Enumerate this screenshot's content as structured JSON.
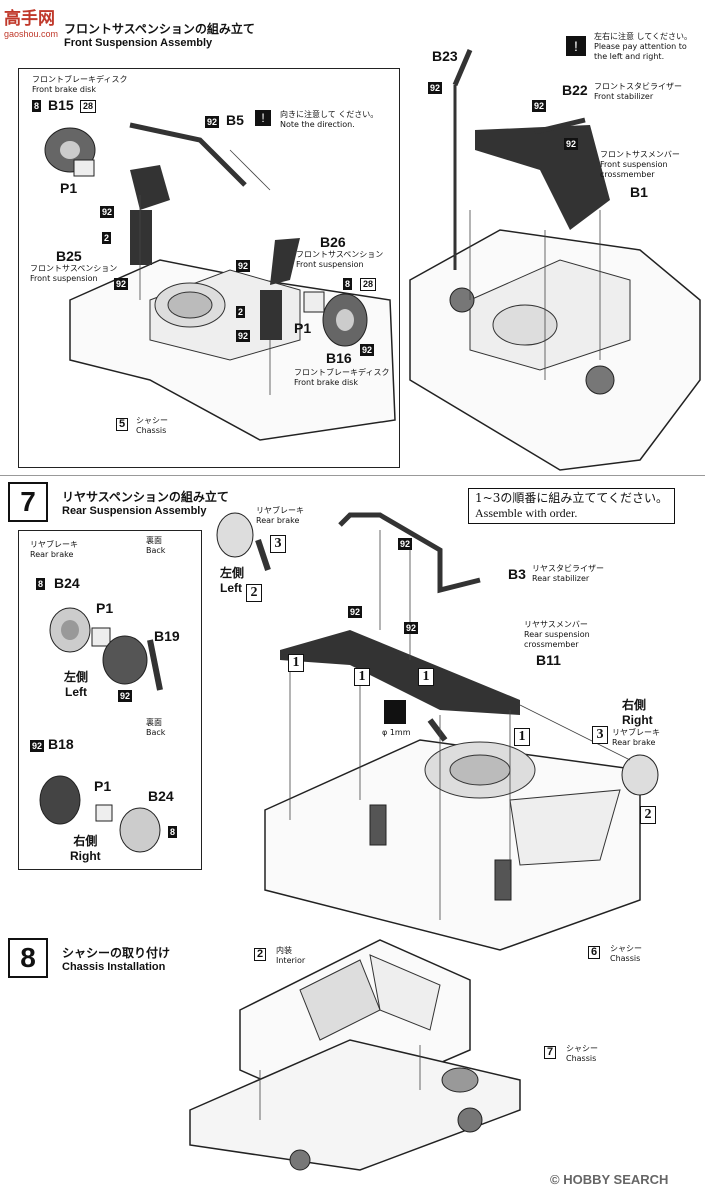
{
  "logo": {
    "top": "高手网",
    "bottom": "gaoshou.com"
  },
  "step6": {
    "title_jp": "フロントサスペンションの組み立て",
    "title_en": "Front Suspension Assembly",
    "direction_jp": "向きに注意して ください。",
    "direction_en": "Note the direction.",
    "attention_jp": "左右に注意 してください。",
    "attention_en": "Please pay attention to the left and right.",
    "brake_disk_jp": "フロントブレーキディスク",
    "brake_disk_en": "Front brake disk",
    "brake_disk2_jp": "フロントブレーキディスク",
    "brake_disk2_en": "Front brake disk",
    "susp_jp": "フロントサスペンション",
    "susp_en": "Front suspension",
    "susp2_jp": "フロントサスペンション",
    "susp2_en": "Front suspension",
    "stab_jp": "フロントスタビライザー",
    "stab_en": "Front stabilizer",
    "cross_jp": "フロントサスメンバー",
    "cross_en": "Front suspension crossmember",
    "chassis_jp": "シャシー",
    "chassis_en": "Chassis",
    "parts": {
      "b15": "B15",
      "p1": "P1",
      "b25": "B25",
      "b5": "B5",
      "b26": "B26",
      "p1b": "P1",
      "b16": "B16",
      "b23": "B23",
      "b22": "B22",
      "b1": "B1"
    },
    "tags": {
      "t8": "8",
      "t28": "28",
      "t92": "92",
      "t2": "2",
      "t5": "5"
    }
  },
  "step7": {
    "number": "7",
    "title_jp": "リヤサスペンションの組み立て",
    "title_en": "Rear Suspension Assembly",
    "order_jp": "1~3の順番に組み立ててください。",
    "order_en": "Assemble with order.",
    "rear_brake_jp": "リヤブレーキ",
    "rear_brake_en": "Rear brake",
    "rear_brake_top_jp": "リヤブレーキ",
    "rear_brake_top_en": "Rear brake",
    "rear_brake_right_jp": "リヤブレーキ",
    "rear_brake_right_en": "Rear brake",
    "back_jp": "裏面",
    "back_en": "Back",
    "back2_jp": "裏面",
    "back2_en": "Back",
    "left_jp": "左側",
    "left_en": "Left",
    "left_top_jp": "左側",
    "left_top_en": "Left",
    "right_jp": "右側",
    "right_en": "Right",
    "right_top_jp": "右側",
    "right_top_en": "Right",
    "stab_jp": "リヤスタビライザー",
    "stab_en": "Rear stabilizer",
    "cross_jp": "リヤサスメンバー",
    "cross_en": "Rear suspension crossmember",
    "chassis_jp": "シャシー",
    "chassis_en": "Chassis",
    "drill": "φ 1mm",
    "parts": {
      "b24": "B24",
      "p1": "P1",
      "b19": "B19",
      "b18": "B18",
      "p1b": "P1",
      "b24b": "B24",
      "b3": "B3",
      "b11": "B11"
    },
    "nums": {
      "n1": "1",
      "n2": "2",
      "n3": "3"
    }
  },
  "step8": {
    "number": "8",
    "title_jp": "シャシーの取り付け",
    "title_en": "Chassis Installation",
    "interior_jp": "内装",
    "interior_en": "Interior",
    "chassis_jp": "シャシー",
    "chassis_en": "Chassis",
    "tag2": "2",
    "tag7": "7"
  },
  "watermark": "HOBBY SEARCH",
  "watermark_c": "©"
}
